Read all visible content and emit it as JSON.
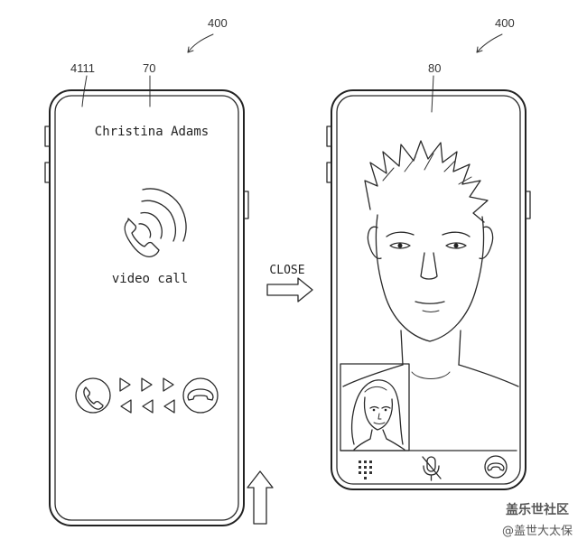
{
  "labels": {
    "ref_left_device": "400",
    "ref_right_device": "400",
    "ref_edge": "4111",
    "ref_incoming_screen": "70",
    "ref_video_screen": "80",
    "transition": "CLOSE"
  },
  "incoming_call": {
    "caller_name": "Christina Adams",
    "call_type": "video call",
    "accept_icon": "phone-accept-icon",
    "decline_icon": "phone-decline-icon",
    "swipe_hint": "swipe-arrows-icon"
  },
  "video_call": {
    "remote_video": "man-portrait",
    "self_preview": "woman-portrait",
    "controls": [
      "dialpad-icon",
      "mute-mic-icon",
      "end-call-icon"
    ]
  },
  "watermark": {
    "line1": "盖乐世社区",
    "line2": "@盖世大太保"
  }
}
